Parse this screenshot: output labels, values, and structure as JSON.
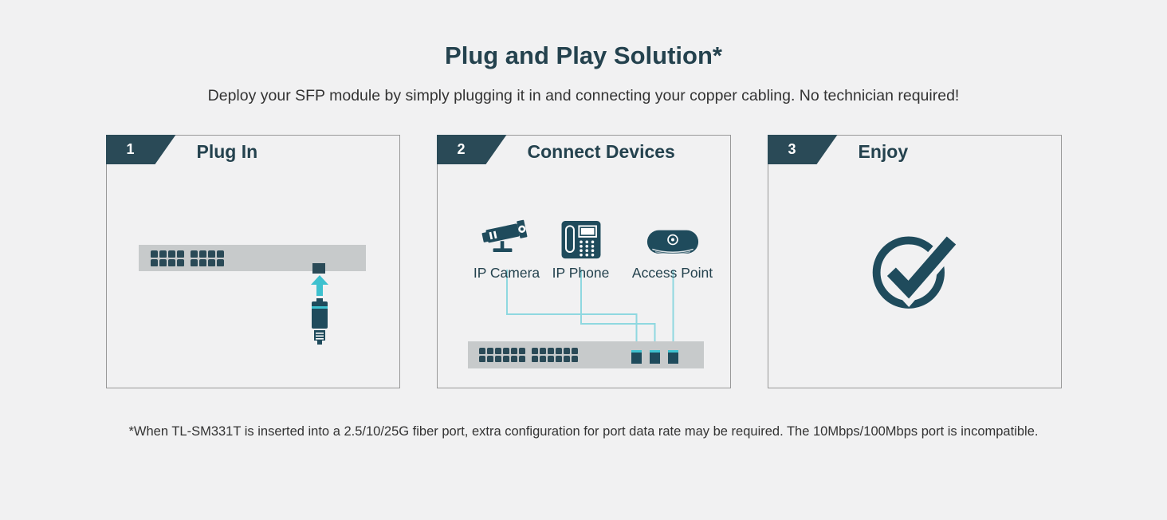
{
  "content": {
    "title": "Plug and Play Solution*",
    "subtitle": "Deploy your SFP module by simply plugging it in and connecting your copper cabling. No technician required!",
    "footnote": "*When TL-SM331T is inserted into a 2.5/10/25G fiber port, extra configuration for port data rate may be required. The 10Mbps/100Mbps port is incompatible."
  },
  "steps": [
    {
      "number": "1",
      "label": "Plug In"
    },
    {
      "number": "2",
      "label": "Connect Devices",
      "devices": [
        "IP Camera",
        "IP Phone",
        "Access Point"
      ]
    },
    {
      "number": "3",
      "label": "Enjoy"
    }
  ],
  "icons": {
    "step1": [
      "up-arrow-icon",
      "sfp-module-icon",
      "switch-icon"
    ],
    "step2": [
      "cctv-camera-icon",
      "ip-phone-icon",
      "access-point-icon",
      "switch-icon"
    ],
    "step3": "check-circle-icon"
  },
  "colors": {
    "heading": "#24424E",
    "body": "#333333",
    "accent": "#1F4B5C",
    "badge": "#2A4A57",
    "cyan": "#3EC1CF",
    "line": "#8FD8E0",
    "switch_gray": "#C7CACB",
    "port": "#2A4A57",
    "border": "#999999",
    "background": "#F1F1F2"
  }
}
